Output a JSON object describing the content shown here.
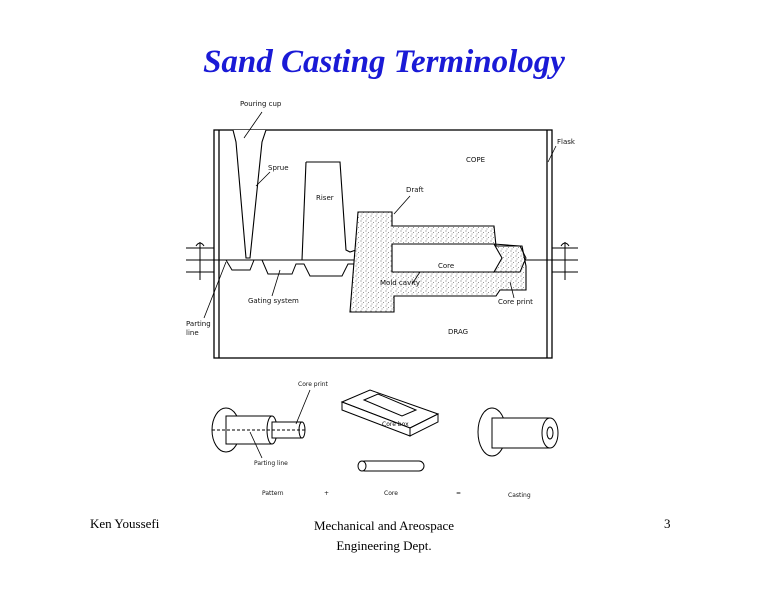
{
  "slide": {
    "title": "Sand Casting Terminology",
    "author": "Ken Youssefi",
    "department_line1": "Mechanical and Areospace",
    "department_line2": "Engineering Dept.",
    "page_number": "3"
  },
  "mold_labels": {
    "pouring_cup": "Pouring cup",
    "sprue": "Sprue",
    "riser": "Riser",
    "draft": "Draft",
    "cope": "COPE",
    "flask": "Flask",
    "core": "Core",
    "mold_cavity": "Mold cavity",
    "gating_system": "Gating system",
    "core_print": "Core print",
    "parting_line": "Parting",
    "parting_line_2": "line",
    "drag": "DRAG"
  },
  "pattern_labels": {
    "core_print": "Core print",
    "core_box": "Core box",
    "parting_line": "Parting line",
    "pattern": "Pattern",
    "plus": "+",
    "core": "Core",
    "equals": "=",
    "casting": "Casting"
  }
}
